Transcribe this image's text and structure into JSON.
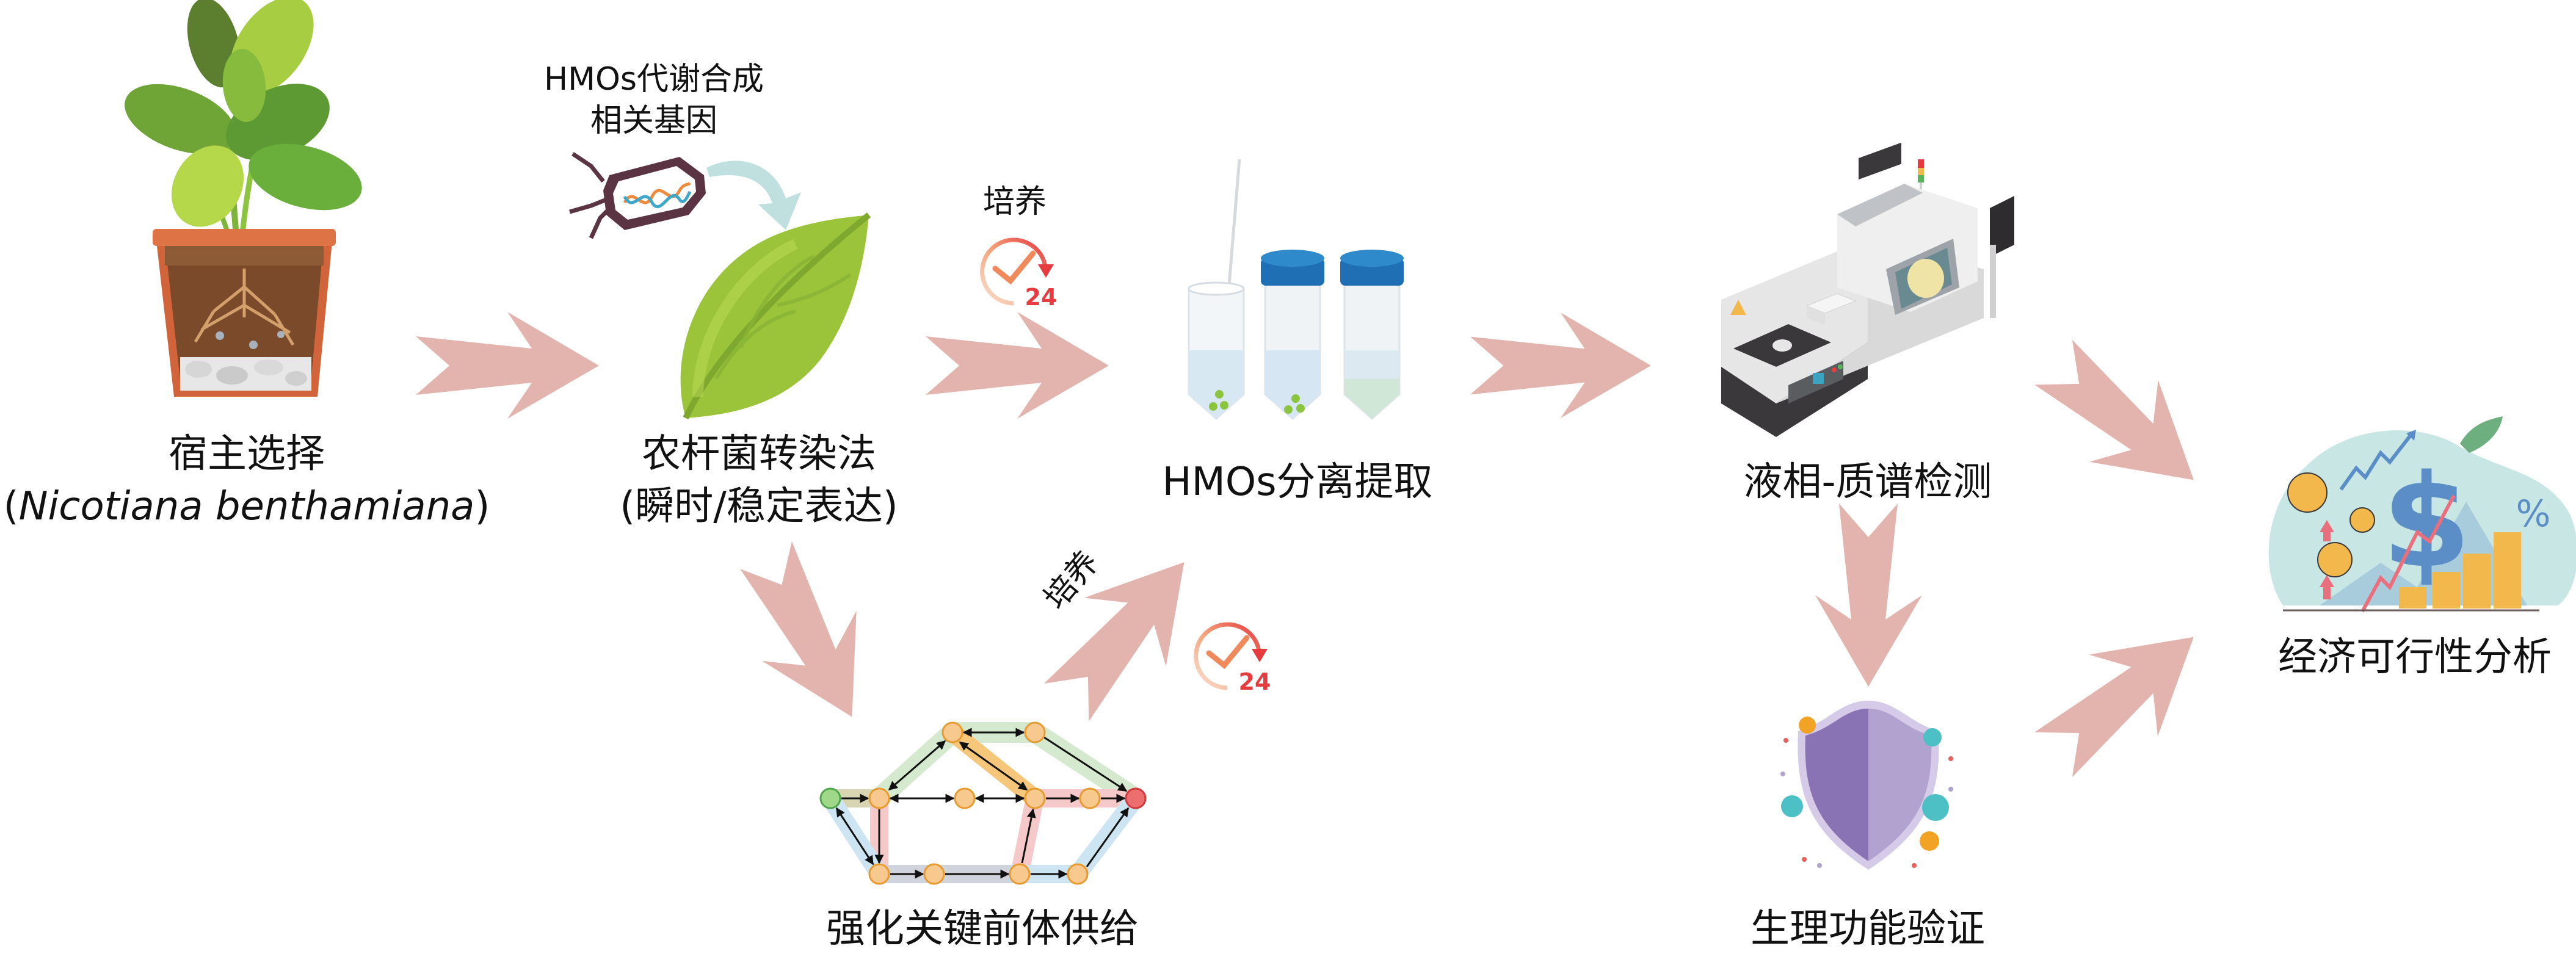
{
  "title": "HMOs plant-based production workflow",
  "colors": {
    "arrow": "#E3B3AD",
    "curved_arrow": "#BFE0DF",
    "text": "#111111",
    "clock_red": "#E63B3F",
    "clock_orange": "#F08A5D",
    "node_fill": "#F8C98E",
    "node_stroke": "#E79A2E",
    "node_start": "#9FD889",
    "node_end": "#EC6E6E",
    "band_green": "#D4E9CE",
    "band_orange": "#F6C77A",
    "band_pink": "#F5C9C9",
    "band_blue": "#CDE4F2",
    "band_gray": "#CFD3DB",
    "shield_dark": "#8A73B5",
    "shield_light": "#B1A2D0",
    "econ_bg": "#C8E6E4",
    "dollar_blue": "#5B8EC6",
    "coin_gold": "#F2B84B"
  },
  "steps": {
    "host": {
      "title": "宿主选择",
      "subtitle_open": "(",
      "subtitle_species": "Nicotiana benthamiana",
      "subtitle_close": ")",
      "icon": "potted-plant-icon"
    },
    "gene": {
      "line1": "HMOs代谢合成",
      "line2": "相关基因",
      "icon": "bacterium-dna-icon"
    },
    "transfection": {
      "title": "农杆菌转染法",
      "subtitle": "(瞬时/稳定表达)",
      "icon": "leaf-icon"
    },
    "culture_top": {
      "label": "培养",
      "clock_hours": "24",
      "icon": "clock-24h-icon"
    },
    "extraction": {
      "title": "HMOs分离提取",
      "icon": "centrifuge-tubes-icon"
    },
    "lcms": {
      "title": "液相-质谱检测",
      "icon": "lc-ms-instrument-icon"
    },
    "economics": {
      "title": "经济可行性分析",
      "icon": "economics-illustration-icon",
      "symbols": {
        "dollar": "$",
        "percent": "%"
      }
    },
    "precursor": {
      "title": "强化关键前体供给",
      "icon": "metabolic-network-icon"
    },
    "culture_bottom": {
      "label": "培养",
      "clock_hours": "24",
      "icon": "clock-24h-icon"
    },
    "physiology": {
      "title": "生理功能验证",
      "icon": "shield-virus-icon"
    }
  }
}
